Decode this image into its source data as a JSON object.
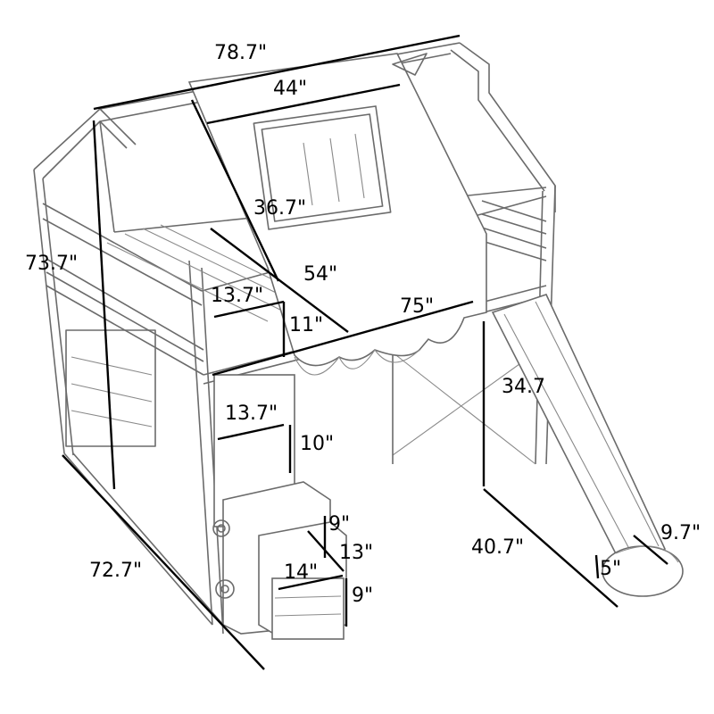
{
  "dimensions": {
    "overall_length": "78.7\"",
    "tent_width": "44\"",
    "tent_height": "36.7\"",
    "overall_height": "73.7\"",
    "bed_diagonal": "54\"",
    "guardrail_width": "13.7\"",
    "guardrail_height": "11\"",
    "bed_length": "75\"",
    "stair_step_width": "13.7\"",
    "stair_step_height": "10\"",
    "clearance_height": "34.7",
    "overall_width": "72.7\"",
    "lower_step_height": "9\"",
    "step_depth": "13\"",
    "lower_step_width": "14\"",
    "bottom_step_height": "9\"",
    "slide_length": "40.7\"",
    "slide_width": "9.7\"",
    "slide_rail_height": "5\""
  }
}
